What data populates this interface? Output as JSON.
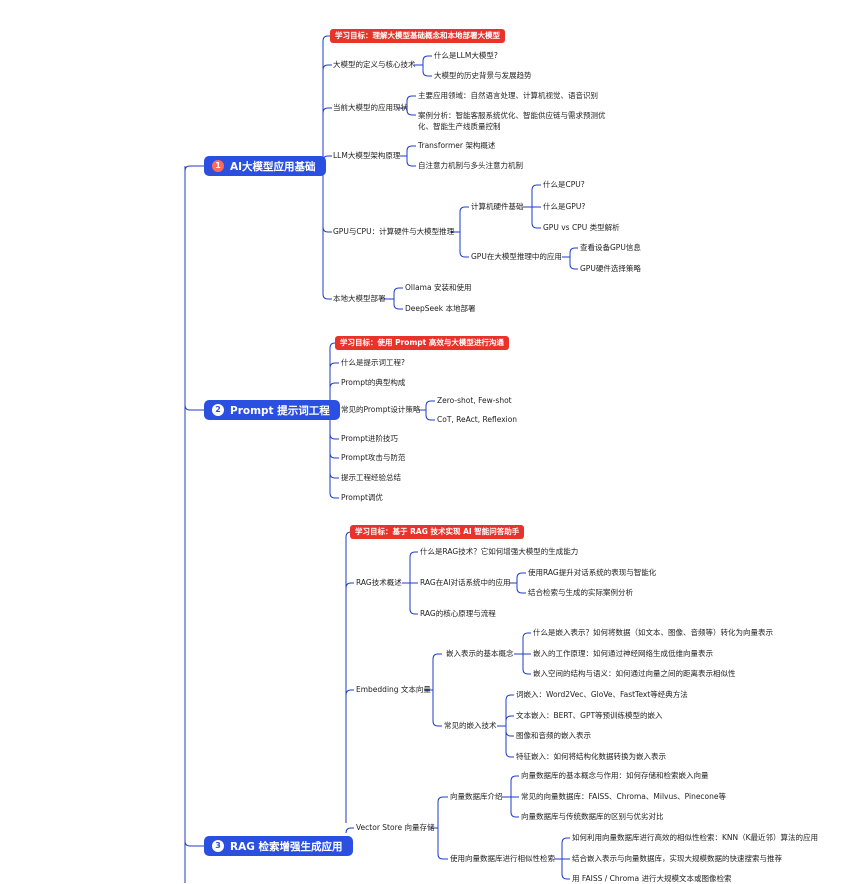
{
  "colors": {
    "accent": "#2b4fe0",
    "goal": "#e8332a",
    "line": "#1f3cc7"
  },
  "sections": [
    {
      "num": "1",
      "title": "AI大模型应用基础",
      "goal": "学习目标：理解大模型基础概念和本地部署大模型",
      "items": [
        {
          "label": "大模型的定义与核心技术",
          "children": [
            {
              "label": "什么是LLM大模型?"
            },
            {
              "label": "大模型的历史背景与发展趋势"
            }
          ]
        },
        {
          "label": "当前大模型的应用现状",
          "children": [
            {
              "label": "主要应用领域：自然语言处理、计算机视觉、语音识别"
            },
            {
              "label": "案例分析：智能客服系统优化、智能供应链与需求预测优化、智能生产线质量控制"
            }
          ]
        },
        {
          "label": "LLM大模型架构原理",
          "children": [
            {
              "label": "Transformer 架构概述"
            },
            {
              "label": "自注意力机制与多头注意力机制"
            }
          ]
        },
        {
          "label": "GPU与CPU：计算硬件与大模型推理",
          "children": [
            {
              "label": "计算机硬件基础",
              "children": [
                {
                  "label": "什么是CPU?"
                },
                {
                  "label": "什么是GPU?"
                },
                {
                  "label": "GPU vs CPU 类型解析"
                }
              ]
            },
            {
              "label": "GPU在大模型推理中的应用",
              "children": [
                {
                  "label": "查看设备GPU信息"
                },
                {
                  "label": "GPU硬件选择策略"
                }
              ]
            }
          ]
        },
        {
          "label": "本地大模型部署",
          "children": [
            {
              "label": "Ollama 安装和使用"
            },
            {
              "label": "DeepSeek 本地部署"
            }
          ]
        }
      ]
    },
    {
      "num": "2",
      "title": "Prompt 提示词工程",
      "goal": "学习目标：使用 Prompt 高效与大模型进行沟通",
      "items": [
        {
          "label": "什么是提示词工程?"
        },
        {
          "label": "Prompt的典型构成"
        },
        {
          "label": "常见的Prompt设计策略",
          "children": [
            {
              "label": "Zero-shot, Few-shot"
            },
            {
              "label": "CoT, ReAct, Reflexion"
            }
          ]
        },
        {
          "label": "Prompt进阶技巧"
        },
        {
          "label": "Prompt攻击与防范"
        },
        {
          "label": "提示工程经验总结"
        },
        {
          "label": "Prompt调优"
        }
      ]
    },
    {
      "num": "3",
      "title": "RAG 检索增强生成应用",
      "goal": "学习目标：基于 RAG 技术实现 AI 智能问答助手",
      "items": [
        {
          "label": "RAG技术概述",
          "children": [
            {
              "label": "什么是RAG技术？它如何增强大模型的生成能力"
            },
            {
              "label": "RAG在AI对话系统中的应用",
              "children": [
                {
                  "label": "使用RAG提升对话系统的表现与智能化"
                },
                {
                  "label": "结合检索与生成的实际案例分析"
                }
              ]
            },
            {
              "label": "RAG的核心原理与流程"
            }
          ]
        },
        {
          "label": "Embedding 文本向量",
          "children": [
            {
              "label": "嵌入表示的基本概念",
              "children": [
                {
                  "label": "什么是嵌入表示？如何将数据（如文本、图像、音频等）转化为向量表示"
                },
                {
                  "label": "嵌入的工作原理：如何通过神经网络生成低维向量表示"
                },
                {
                  "label": "嵌入空间的结构与语义：如何通过向量之间的距离表示相似性"
                }
              ]
            },
            {
              "label": "常见的嵌入技术",
              "children": [
                {
                  "label": "词嵌入：Word2Vec、GloVe、FastText等经典方法"
                },
                {
                  "label": "文本嵌入：BERT、GPT等预训练模型的嵌入"
                },
                {
                  "label": "图像和音频的嵌入表示"
                },
                {
                  "label": "特征嵌入：如何将结构化数据转换为嵌入表示"
                }
              ]
            }
          ]
        },
        {
          "label": "Vector Store 向量存储",
          "children": [
            {
              "label": "向量数据库介绍",
              "children": [
                {
                  "label": "向量数据库的基本概念与作用：如何存储和检索嵌入向量"
                },
                {
                  "label": "常见的向量数据库：FAISS、Chroma、Milvus、Pinecone等"
                },
                {
                  "label": "向量数据库与传统数据库的区别与优劣对比"
                }
              ]
            },
            {
              "label": "使用向量数据库进行相似性检索",
              "children": [
                {
                  "label": "如何利用向量数据库进行高效的相似性检索：KNN（K最近邻）算法的应用"
                },
                {
                  "label": "结合嵌入表示与向量数据库，实现大规模数据的快速搜索与推荐"
                },
                {
                  "label": "用 FAISS / Chroma 进行大规模文本或图像检索"
                }
              ]
            }
          ]
        }
      ]
    }
  ]
}
